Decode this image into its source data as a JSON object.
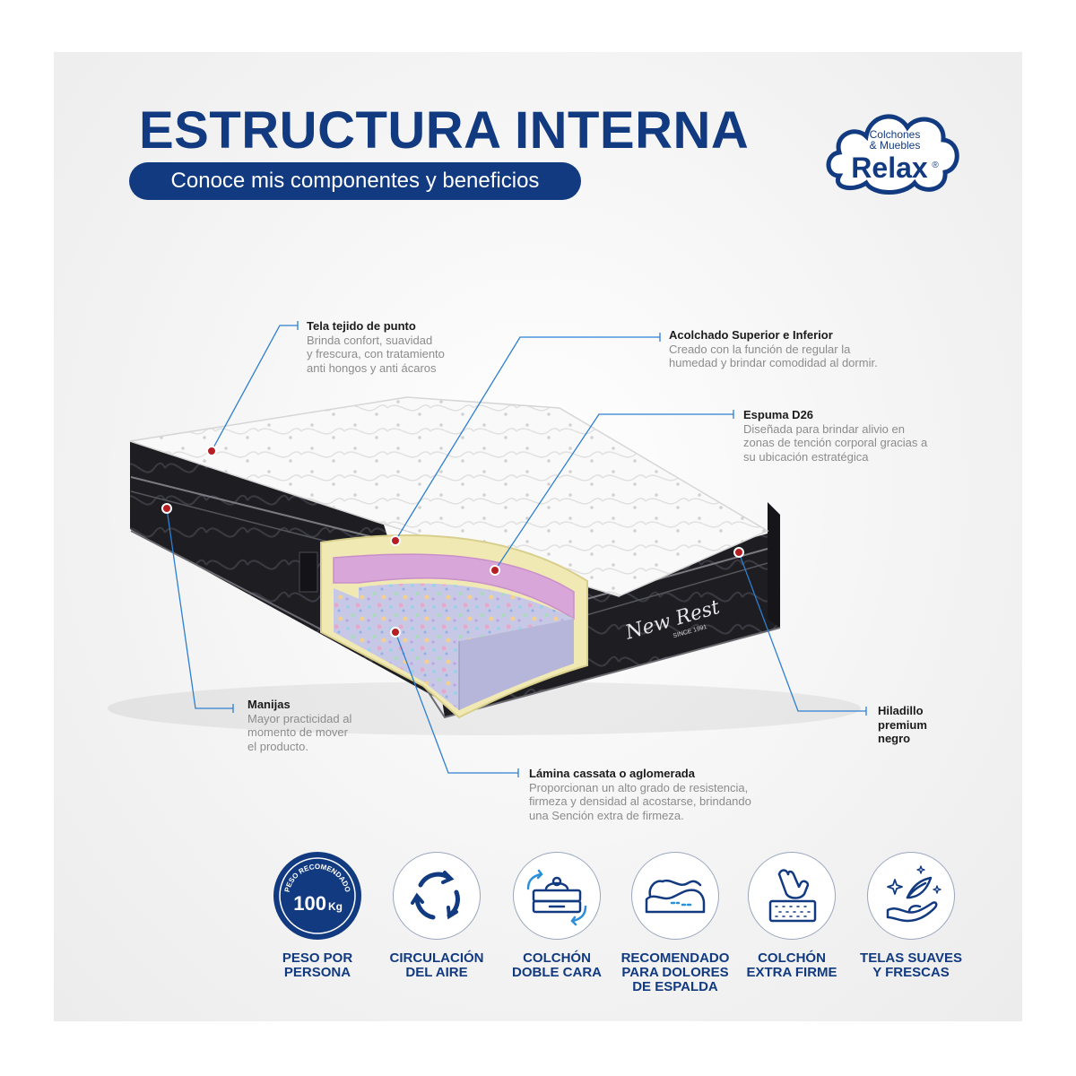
{
  "header": {
    "title": "ESTRUCTURA INTERNA",
    "subtitle": "Conoce mis componentes y beneficios"
  },
  "logo": {
    "line1": "Colchones",
    "line2": "& Muebles",
    "brand": "Relax",
    "registered": "®"
  },
  "product": {
    "label_brand": "New Rest",
    "label_since": "SINCE 1991"
  },
  "callouts": {
    "tela": {
      "title": "Tela tejido de punto",
      "lines": [
        "Brinda confort, suavidad",
        "y frescura, con tratamiento",
        "anti hongos y anti ácaros"
      ]
    },
    "acolchado": {
      "title": "Acolchado Superior e Inferior",
      "lines": [
        "Creado con la función de regular la",
        "humedad y brindar comodidad al dormir."
      ]
    },
    "espuma": {
      "title": "Espuma D26",
      "lines": [
        "Diseñada para brindar alivio en",
        "zonas de tención corporal gracias a",
        "su ubicación estratégica"
      ]
    },
    "manijas": {
      "title": "Manijas",
      "lines": [
        "Mayor practicidad al",
        "momento de mover",
        "el producto."
      ]
    },
    "hiladillo": {
      "title_lines": [
        "Hiladillo",
        "premium",
        "negro"
      ]
    },
    "lamina": {
      "title": "Lámina cassata o aglomerada",
      "lines": [
        "Proporcionan un alto grado de resistencia,",
        "firmeza y densidad al acostarse, brindando",
        "una Sención extra de firmeza."
      ]
    }
  },
  "benefits": [
    {
      "icon": "weight-badge-icon",
      "badge_arc": "PESO RECOMENDADO",
      "badge_value": "100",
      "badge_unit": "Kg",
      "caption_lines": [
        "PESO POR",
        "PERSONA"
      ]
    },
    {
      "icon": "air-circulation-icon",
      "caption_lines": [
        "CIRCULACIÓN",
        "DEL AIRE"
      ]
    },
    {
      "icon": "double-sided-mattress-icon",
      "caption_lines": [
        "COLCHÓN",
        "DOBLE CARA"
      ]
    },
    {
      "icon": "back-support-icon",
      "caption_lines": [
        "RECOMENDADO",
        "PARA DOLORES",
        "DE ESPALDA"
      ]
    },
    {
      "icon": "firm-mattress-icon",
      "caption_lines": [
        "COLCHÓN",
        "EXTRA FIRME"
      ]
    },
    {
      "icon": "soft-fabric-icon",
      "caption_lines": [
        "TELAS SUAVES",
        "Y FRESCAS"
      ]
    }
  ],
  "colors": {
    "brand_blue": "#123a80",
    "leader_blue": "#2d7fd0",
    "marker_red": "#b51f24",
    "mattress_black": "#1d1d22",
    "foam_pink": "#d9a6d9",
    "frame_cream": "#f0e9b4"
  }
}
